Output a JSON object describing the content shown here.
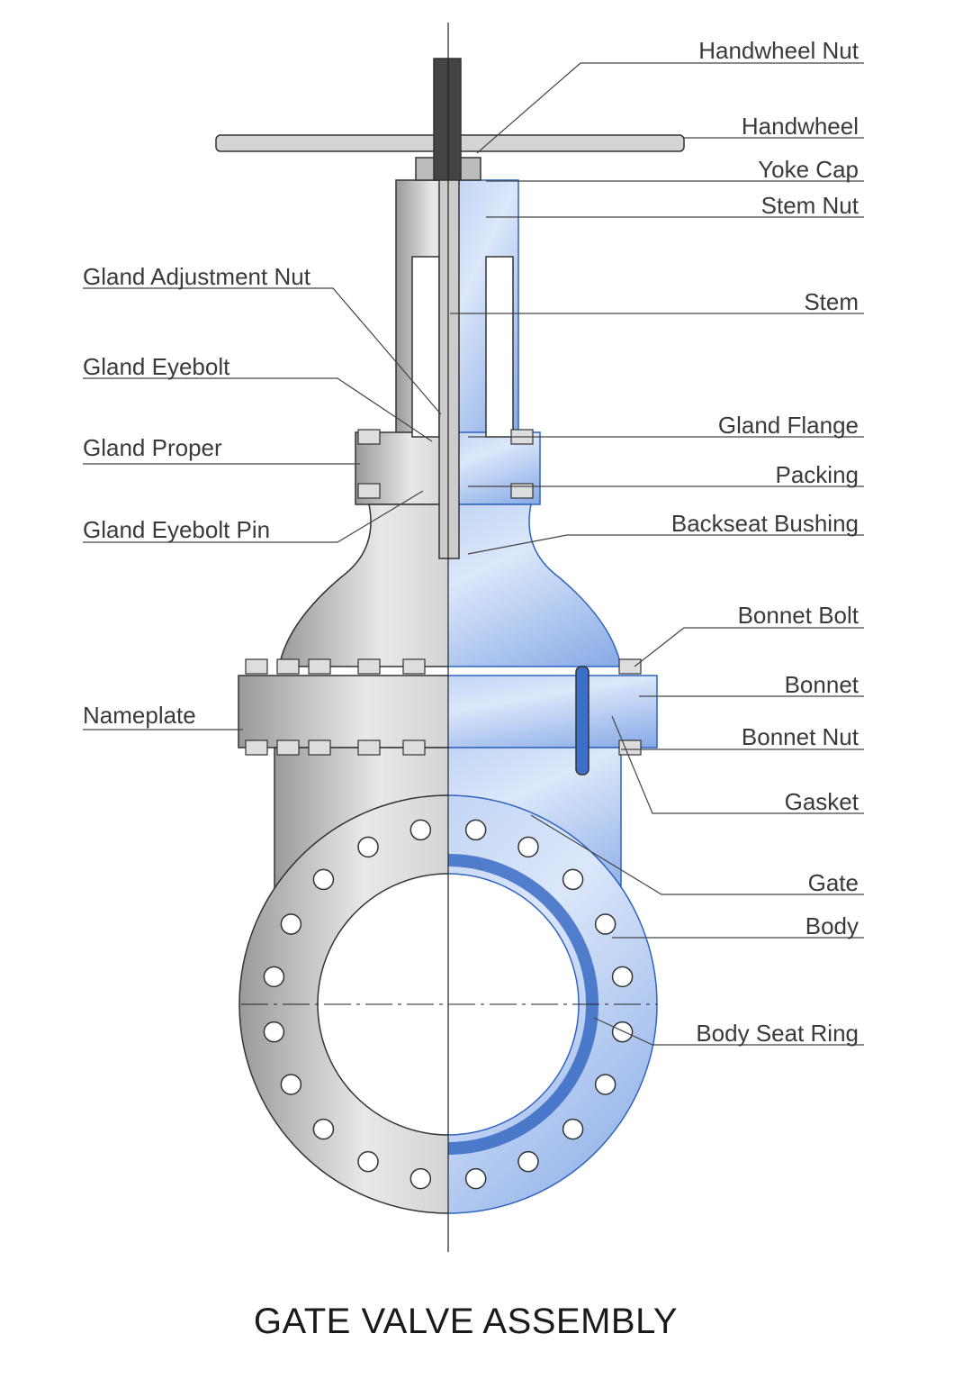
{
  "title": "GATE VALVE ASSEMBLY",
  "labels_right": [
    "Handwheel Nut",
    "Handwheel",
    "Yoke Cap",
    "Stem Nut",
    "Stem",
    "Gland Flange",
    "Packing",
    "Backseat Bushing",
    "Bonnet Bolt",
    "Bonnet",
    "Bonnet Nut",
    "Gasket",
    "Gate",
    "Body",
    "Body Seat Ring"
  ],
  "labels_left": [
    "Gland Adjustment Nut",
    "Gland Eyebolt",
    "Gland Proper",
    "Gland Eyebolt Pin",
    "Nameplate"
  ],
  "colors": {
    "section_blue": "#8fb1e8",
    "section_edge": "#2f64c0",
    "steel": "#c8c8c8",
    "line": "#333333"
  }
}
